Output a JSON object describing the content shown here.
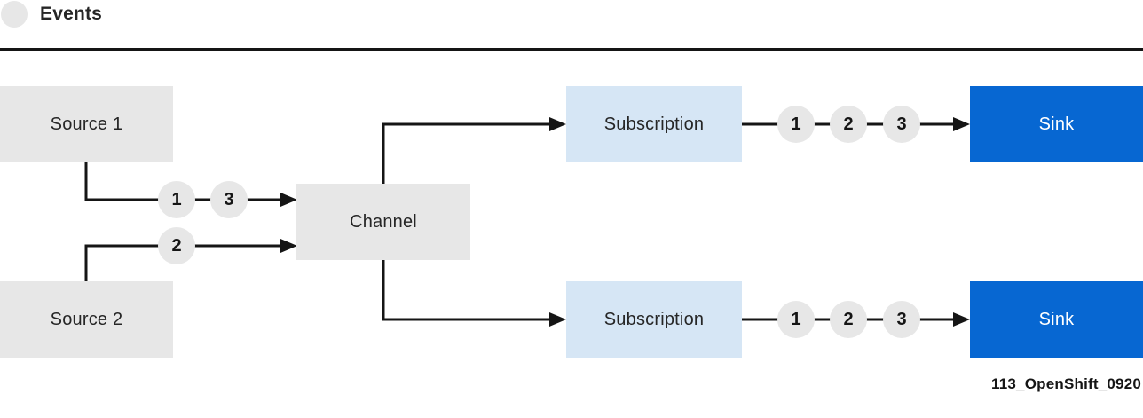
{
  "legend": {
    "label": "Events"
  },
  "caption": "113_OpenShift_0920",
  "nodes": {
    "source1": {
      "label": "Source 1"
    },
    "source2": {
      "label": "Source 2"
    },
    "channel": {
      "label": "Channel"
    },
    "subscription1": {
      "label": "Subscription"
    },
    "subscription2": {
      "label": "Subscription"
    },
    "sink1": {
      "label": "Sink"
    },
    "sink2": {
      "label": "Sink"
    }
  },
  "events": {
    "source1_to_channel": [
      "1",
      "3"
    ],
    "source2_to_channel": [
      "2"
    ],
    "subscription1_to_sink": [
      "1",
      "2",
      "3"
    ],
    "subscription2_to_sink": [
      "1",
      "2",
      "3"
    ]
  },
  "colors": {
    "node_gray": "#E7E7E7",
    "subscription_light_blue": "#D6E6F5",
    "sink_blue": "#0767D2",
    "ink": "#151515",
    "event_circle_gray": "#E7E7E7"
  }
}
